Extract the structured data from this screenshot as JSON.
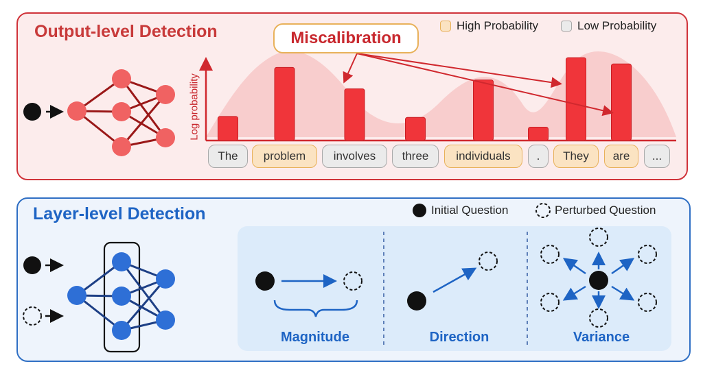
{
  "output_level": {
    "title": "Output-level Detection",
    "legend": {
      "high": "High Probability",
      "low": "Low Probability"
    },
    "miscalibration_label": "Miscalibration",
    "y_axis_label": "Log probability",
    "tokens": [
      {
        "text": "The",
        "level": "low",
        "prob": 0.27
      },
      {
        "text": "problem",
        "level": "high",
        "prob": 0.82
      },
      {
        "text": "involves",
        "level": "low",
        "prob": 0.58
      },
      {
        "text": "three",
        "level": "low",
        "prob": 0.26
      },
      {
        "text": "individuals",
        "level": "high",
        "prob": 0.68
      },
      {
        "text": ".",
        "level": "low",
        "prob": 0.15
      },
      {
        "text": "They",
        "level": "high",
        "prob": 0.93
      },
      {
        "text": "are",
        "level": "high",
        "prob": 0.86
      },
      {
        "text": "...",
        "level": "low",
        "prob": null
      }
    ],
    "colors": {
      "accent": "#d0333a",
      "bar": "#f0353a",
      "node": "#f06262",
      "edge": "#9a1818"
    }
  },
  "layer_level": {
    "title": "Layer-level Detection",
    "legend": {
      "initial": "Initial Question",
      "perturbed": "Perturbed Question"
    },
    "metrics": [
      "Magnitude",
      "Direction",
      "Variance"
    ],
    "colors": {
      "accent": "#1e64c4",
      "node": "#2e6fd6",
      "edge": "#1d3f85"
    }
  }
}
